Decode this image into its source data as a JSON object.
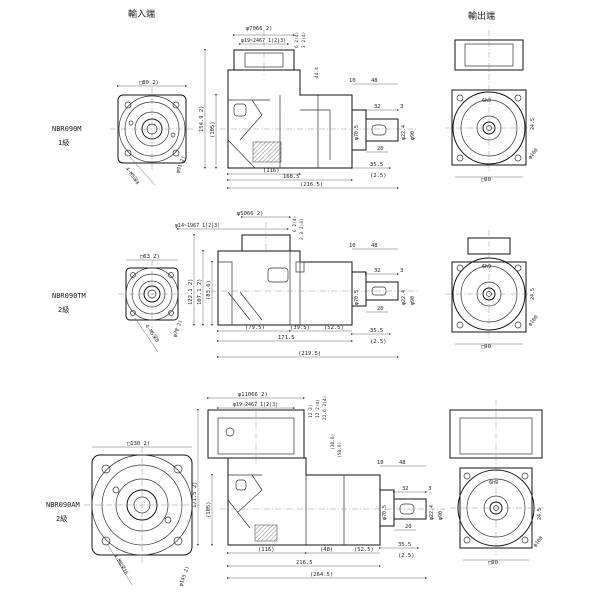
{
  "headers": {
    "input_end": "輸入端",
    "output_end": "輸出端"
  },
  "models": [
    {
      "name": "NBR090M",
      "stage": "1級",
      "labels": {
        "flange_sq": "□80 2)",
        "bore_dia": "φ7066 2)",
        "pcd": "φ19~2467 1)2)3)",
        "top_n1": "6 2)4)",
        "top_n2": "3 2)4)",
        "top_n3": "44.4",
        "height_total": "154.9 2)",
        "height_inner": "(105)",
        "len_116": "(116)",
        "len_168": "168.5",
        "len_216": "(216.5)",
        "out_10": "10",
        "out_48": "48",
        "out_32": "32",
        "out_3": "3",
        "out_35": "35.5",
        "out_25": "(2.5)",
        "shaft_d1": "φ70.5",
        "shaft_d2": "φ22.4",
        "shaft_d3": "φ90",
        "out_20": "20",
        "in_bolt": "4-M5深8",
        "in_ref": "φ91 2)",
        "key": "6h9",
        "key_h": "24.5",
        "pcd_out": "φ100",
        "sq_out": "□90"
      }
    },
    {
      "name": "NBR090TM",
      "stage": "2級",
      "labels": {
        "flange_sq": "□63 2)",
        "bore_dia": "φ5066 2)",
        "pcd": "φ14~1967 1)2)3)",
        "top_n1": "6 2)4)",
        "top_n2": "2.3 2)4)",
        "height_total": "122.1 2)",
        "height_inner": "107.1 2)",
        "height_mid": "(83.6)",
        "len_79": "(79.5)",
        "len_39": "(39.5)",
        "len_52": "(52.5)",
        "len_171": "171.5",
        "len_219": "(219.5)",
        "out_10": "10",
        "out_48": "48",
        "out_32": "32",
        "out_3": "3",
        "out_35": "35.5",
        "out_25": "(2.5)",
        "shaft_d1": "φ70.5",
        "shaft_d2": "φ22.4",
        "shaft_d3": "φ90",
        "out_20": "20",
        "in_bolt": "4-M5深8",
        "in_ref": "φ70 2)",
        "key": "6h9",
        "key_h": "24.5",
        "pcd_out": "φ100",
        "sq_out": "□90"
      }
    },
    {
      "name": "NBR090AM",
      "stage": "2級",
      "labels": {
        "flange_sq": "□130 2)",
        "bore_dia": "φ11066 2)",
        "pcd": "φ19~2467 1)2)3)",
        "top_n1": "12 2)",
        "top_n2": "12 2)4)",
        "top_n3": "22.6 2)4)",
        "top_n4": "(38.6)",
        "top_n5": "(58.6)",
        "height_total": "171.5 2)",
        "height_inner": "(105)",
        "len_116": "(116)",
        "len_48": "(48)",
        "len_52": "(52.5)",
        "len_216": "216.5",
        "len_264": "(264.5)",
        "out_10": "10",
        "out_48": "48",
        "out_32": "32",
        "out_3": "3",
        "out_35": "35.5",
        "out_25": "(2.5)",
        "shaft_d1": "φ70.5",
        "shaft_d2": "φ22.4",
        "shaft_d3": "φ90",
        "out_20": "20",
        "in_bolt": "4-M8深16",
        "in_ref": "φ145 2)",
        "key": "6h9",
        "key_h": "24.5",
        "pcd_out": "φ100",
        "sq_out": "□90"
      }
    }
  ]
}
